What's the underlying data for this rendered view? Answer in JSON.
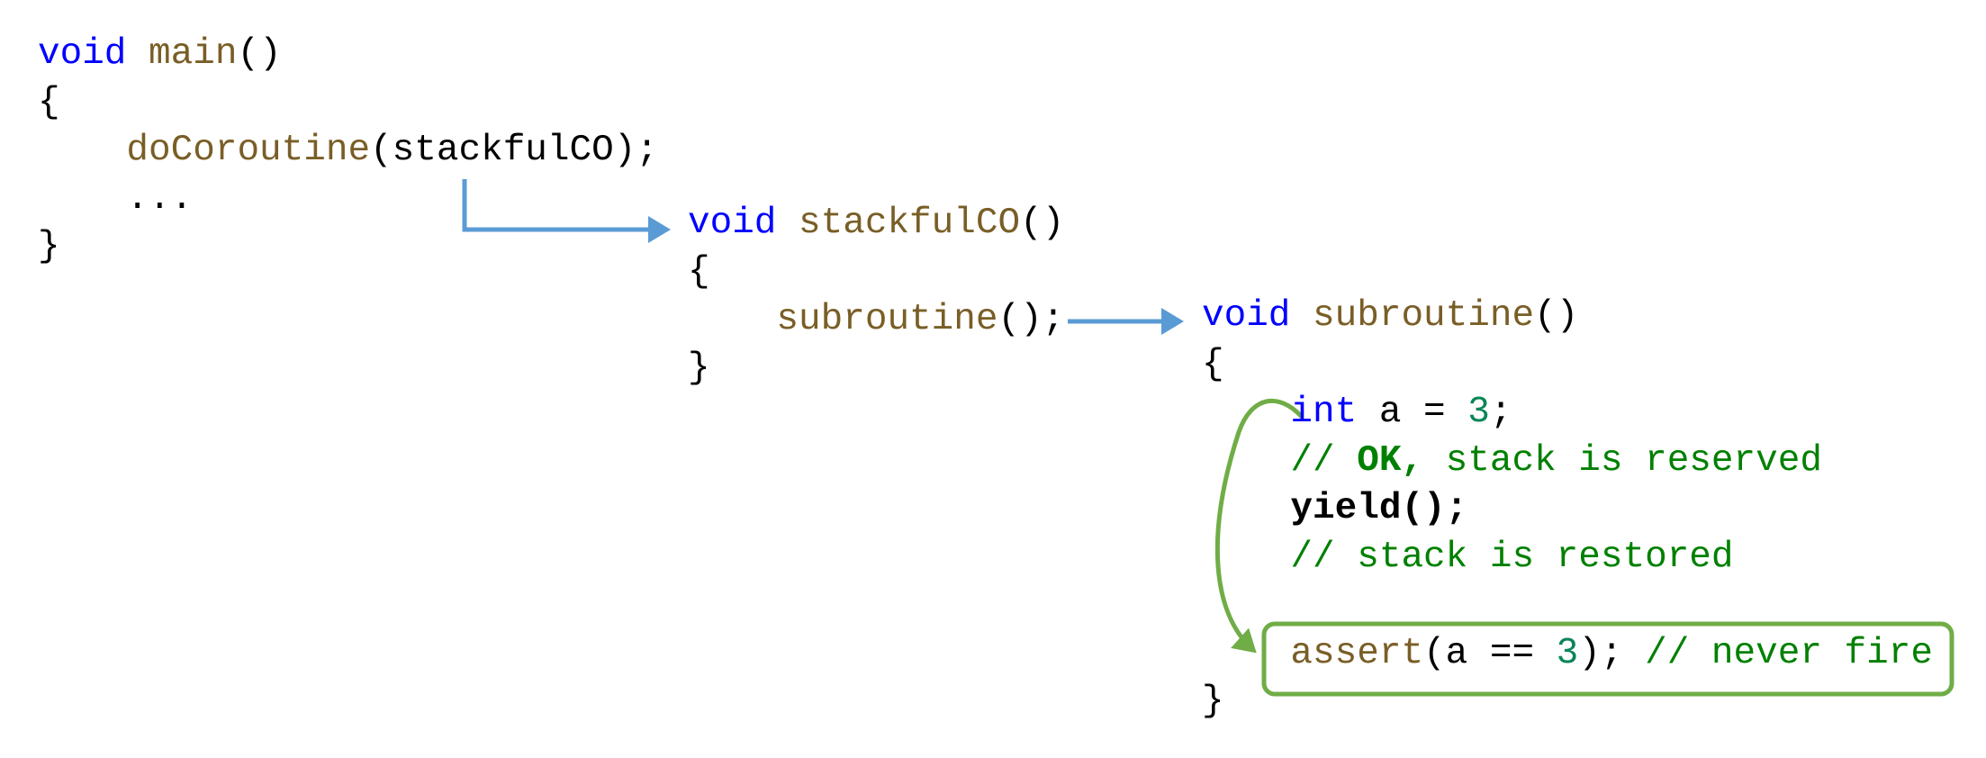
{
  "colors": {
    "keyword": "#0000ff",
    "function": "#795e26",
    "number": "#098658",
    "comment": "#008000",
    "call_arrow": "#5b9bd5",
    "highlight": "#70ad47"
  },
  "blocks": [
    {
      "name": "main-function",
      "lines": [
        [
          {
            "t": "void",
            "c": "kw"
          },
          {
            "t": " ",
            "c": "pl"
          },
          {
            "t": "main",
            "c": "fn"
          },
          {
            "t": "()",
            "c": "pl"
          }
        ],
        [
          {
            "t": "{",
            "c": "pl"
          }
        ],
        [
          {
            "t": "    ",
            "c": "pl"
          },
          {
            "t": "doCoroutine",
            "c": "fn"
          },
          {
            "t": "(stackfulCO);",
            "c": "pl"
          }
        ],
        [
          {
            "t": "    ...",
            "c": "pl"
          }
        ],
        [
          {
            "t": "}",
            "c": "pl"
          }
        ]
      ]
    },
    {
      "name": "stackfulco-function",
      "lines": [
        [
          {
            "t": "void",
            "c": "kw"
          },
          {
            "t": " ",
            "c": "pl"
          },
          {
            "t": "stackfulCO",
            "c": "fn"
          },
          {
            "t": "()",
            "c": "pl"
          }
        ],
        [
          {
            "t": "{",
            "c": "pl"
          }
        ],
        [
          {
            "t": "    ",
            "c": "pl"
          },
          {
            "t": "subroutine",
            "c": "fn"
          },
          {
            "t": "();",
            "c": "pl"
          }
        ],
        [
          {
            "t": "}",
            "c": "pl"
          }
        ]
      ]
    },
    {
      "name": "subroutine-function",
      "lines": [
        [
          {
            "t": "void",
            "c": "kw"
          },
          {
            "t": " ",
            "c": "pl"
          },
          {
            "t": "subroutine",
            "c": "fn"
          },
          {
            "t": "()",
            "c": "pl"
          }
        ],
        [
          {
            "t": "{",
            "c": "pl"
          }
        ],
        [
          {
            "t": "    ",
            "c": "pl"
          },
          {
            "t": "int",
            "c": "kw"
          },
          {
            "t": " a = ",
            "c": "pl"
          },
          {
            "t": "3",
            "c": "num"
          },
          {
            "t": ";",
            "c": "pl"
          }
        ],
        [
          {
            "t": "    ",
            "c": "pl"
          },
          {
            "t": "// ",
            "c": "cm"
          },
          {
            "t": "OK,",
            "c": "cmb"
          },
          {
            "t": " stack is reserved",
            "c": "cm"
          }
        ],
        [
          {
            "t": "    ",
            "c": "pl"
          },
          {
            "t": "yield();",
            "c": "bold"
          }
        ],
        [
          {
            "t": "    ",
            "c": "pl"
          },
          {
            "t": "// stack is restored",
            "c": "cm"
          }
        ],
        [
          {
            "t": "",
            "c": "pl"
          }
        ],
        [
          {
            "t": "    ",
            "c": "pl"
          },
          {
            "t": "assert",
            "c": "fn"
          },
          {
            "t": "(a == ",
            "c": "pl"
          },
          {
            "t": "3",
            "c": "num"
          },
          {
            "t": "); ",
            "c": "pl"
          },
          {
            "t": "// never fire",
            "c": "cm"
          }
        ],
        [
          {
            "t": "}",
            "c": "pl"
          }
        ]
      ]
    }
  ]
}
